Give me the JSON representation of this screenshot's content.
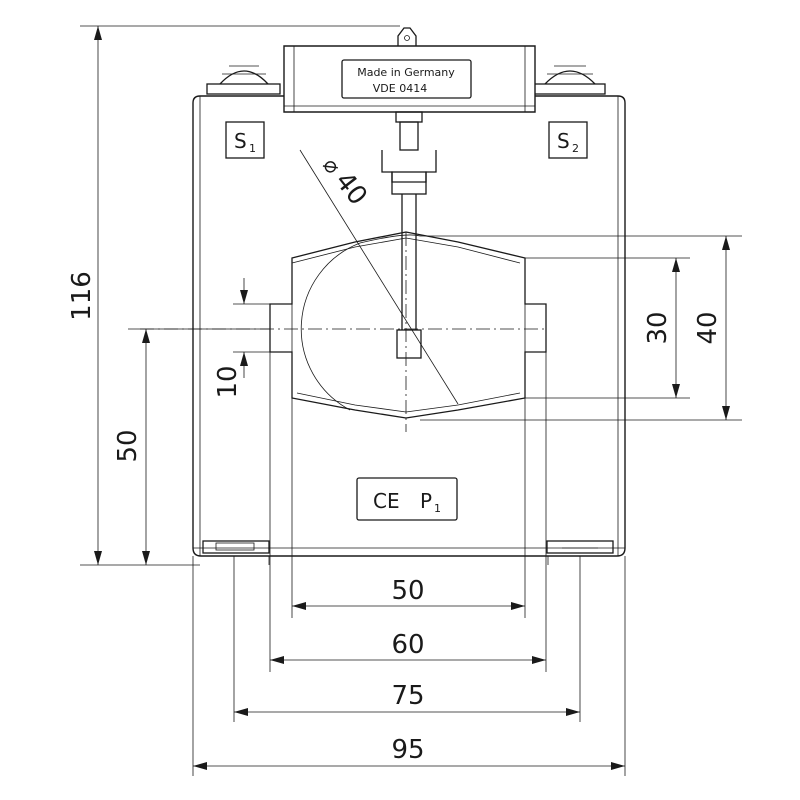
{
  "label_plate": {
    "line1": "Made in Germany",
    "line2": "VDE 0414"
  },
  "terminals": {
    "s1": {
      "letter": "S",
      "index": "1"
    },
    "s2": {
      "letter": "S",
      "index": "2"
    }
  },
  "marking": {
    "ce": "CE",
    "p1_letter": "P",
    "p1_index": "1"
  },
  "diameter": {
    "symbol": "⌀",
    "value": "40"
  },
  "dimensions": {
    "total_height": "116",
    "lower_height": "50",
    "slot_width": "10",
    "window_height": "30",
    "window_outer_height": "40",
    "inner_width": "50",
    "opening_width": "60",
    "foot_width": "75",
    "total_width": "95"
  }
}
